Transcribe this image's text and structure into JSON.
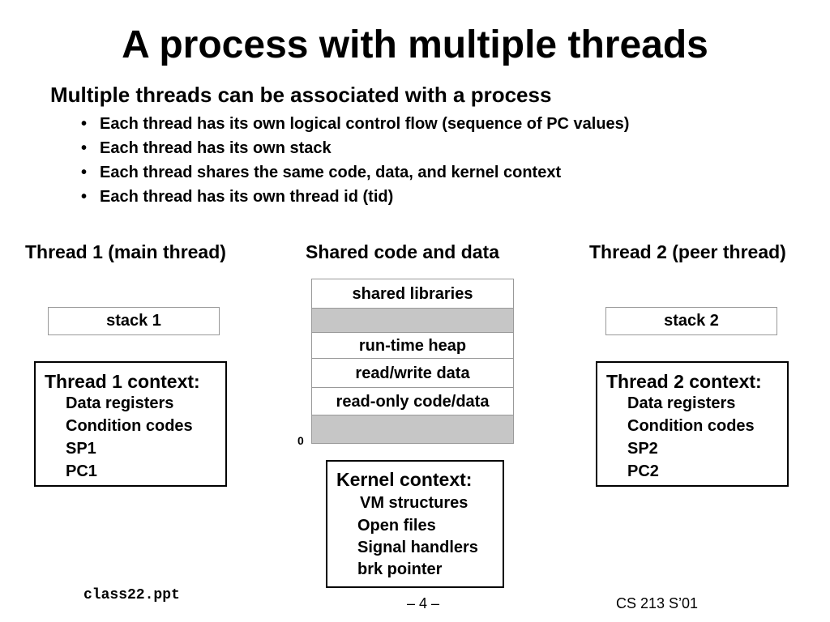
{
  "slide": {
    "title": "A process with multiple threads",
    "main_bullet": "Multiple threads can be associated with a process",
    "sub_bullets": [
      "Each thread has its own logical control flow (sequence of PC values)",
      "Each thread has its own stack",
      "Each thread shares the same code, data, and kernel context",
      "Each thread has its own thread id (tid)"
    ],
    "bullet_glyph": "•"
  },
  "thread1": {
    "heading": "Thread 1 (main thread)",
    "stack": "stack 1",
    "context_title": "Thread 1 context:",
    "context_lines": [
      "Data registers",
      "Condition codes",
      "SP1",
      "PC1"
    ]
  },
  "shared": {
    "heading": "Shared code and data",
    "segments": [
      "shared libraries",
      "",
      "run-time heap",
      "read/write data",
      "read-only code/data",
      ""
    ],
    "zero_label": "0",
    "kernel_title": "Kernel context:",
    "kernel_lines": [
      "VM structures",
      "Open files",
      "Signal handlers",
      "brk pointer"
    ]
  },
  "thread2": {
    "heading": "Thread 2 (peer thread)",
    "stack": "stack 2",
    "context_title": "Thread 2 context:",
    "context_lines": [
      "Data registers",
      "Condition codes",
      "SP2",
      "PC2"
    ]
  },
  "footer": {
    "file": "class22.ppt",
    "page": "– 4 –",
    "course": "CS 213 S’01"
  },
  "colors": {
    "gray_segment": "#c6c6c6",
    "box_border_light": "#999999",
    "box_border_dark": "#000000"
  }
}
